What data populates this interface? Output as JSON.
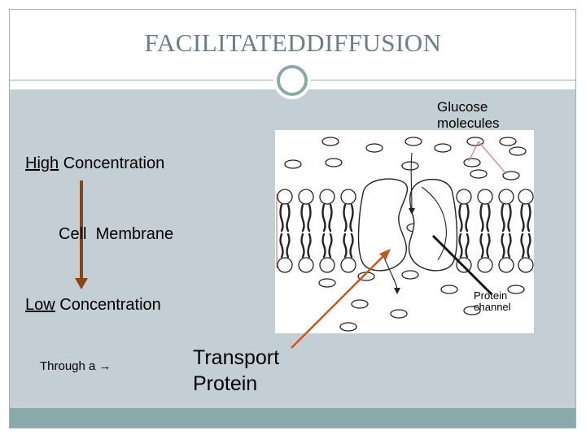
{
  "slide": {
    "title": "FACILITATEDDIFFUSION",
    "labels": {
      "glucose_line1": "Glucose",
      "glucose_line2": "molecules",
      "high_word": "High",
      "high_rest": " Concentration",
      "membrane": "Cell  Membrane",
      "low_word": "Low",
      "low_rest": " Concentration",
      "through": "Through a →",
      "transport_line1": "Transport",
      "transport_line2": "Protein",
      "channel_line1": "Protein",
      "channel_line2": "channel"
    }
  },
  "colors": {
    "accent": "#8aa9aa",
    "content_background": "#c3ced5",
    "arrow_brown": "#8b4513",
    "arrow_orange_line": "#c8561c",
    "glucose_pointer": "#e57373",
    "title_color": "#6a7e88"
  },
  "icons": {
    "ornament": "circle-ornament",
    "gradient_arrow": "down-arrow-icon",
    "pointer_arrow": "diagonal-arrow-icon"
  }
}
